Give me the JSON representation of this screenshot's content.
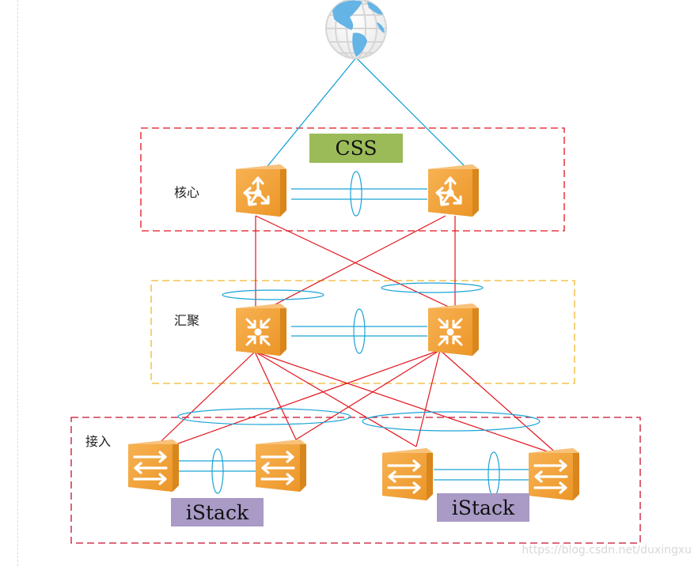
{
  "diagram": {
    "title": "Campus network three-tier architecture (core / aggregation / access)",
    "colors": {
      "uplink": "#1aa3d6",
      "link": "#e2141c",
      "core_box": "#e2141c",
      "aggregation_box": "#f0b82e",
      "access_box": "#c8102e",
      "device": "#f2a43a",
      "css_tag": "#9bbb59",
      "istack_tag": "#a99ac6"
    },
    "tiers": [
      {
        "id": "core",
        "label": "核心"
      },
      {
        "id": "aggregation",
        "label": "汇聚"
      },
      {
        "id": "access",
        "label": "接入"
      }
    ],
    "tags": {
      "css": "CSS",
      "istack_left": "iStack",
      "istack_right": "iStack"
    },
    "nodes": [
      {
        "id": "internet",
        "type": "globe-icon",
        "tier": "internet"
      },
      {
        "id": "core-1",
        "type": "router-icon",
        "tier": "core"
      },
      {
        "id": "core-2",
        "type": "router-icon",
        "tier": "core"
      },
      {
        "id": "agg-1",
        "type": "aggregation-switch-icon",
        "tier": "aggregation"
      },
      {
        "id": "agg-2",
        "type": "aggregation-switch-icon",
        "tier": "aggregation"
      },
      {
        "id": "acc-1",
        "type": "access-switch-icon",
        "tier": "access"
      },
      {
        "id": "acc-2",
        "type": "access-switch-icon",
        "tier": "access"
      },
      {
        "id": "acc-3",
        "type": "access-switch-icon",
        "tier": "access"
      },
      {
        "id": "acc-4",
        "type": "access-switch-icon",
        "tier": "access"
      }
    ],
    "links": [
      {
        "from": "internet",
        "to": "core-1",
        "kind": "uplink"
      },
      {
        "from": "internet",
        "to": "core-2",
        "kind": "uplink"
      },
      {
        "from": "core-1",
        "to": "core-2",
        "kind": "stack",
        "note": "CSS"
      },
      {
        "from": "core-1",
        "to": "agg-1",
        "kind": "link"
      },
      {
        "from": "core-1",
        "to": "agg-2",
        "kind": "link"
      },
      {
        "from": "core-2",
        "to": "agg-1",
        "kind": "link"
      },
      {
        "from": "core-2",
        "to": "agg-2",
        "kind": "link"
      },
      {
        "from": "agg-1",
        "to": "agg-2",
        "kind": "stack"
      },
      {
        "from": "agg-1",
        "to": "acc-1",
        "kind": "link"
      },
      {
        "from": "agg-1",
        "to": "acc-2",
        "kind": "link"
      },
      {
        "from": "agg-1",
        "to": "acc-3",
        "kind": "link"
      },
      {
        "from": "agg-1",
        "to": "acc-4",
        "kind": "link"
      },
      {
        "from": "agg-2",
        "to": "acc-1",
        "kind": "link"
      },
      {
        "from": "agg-2",
        "to": "acc-2",
        "kind": "link"
      },
      {
        "from": "agg-2",
        "to": "acc-3",
        "kind": "link"
      },
      {
        "from": "agg-2",
        "to": "acc-4",
        "kind": "link"
      },
      {
        "from": "acc-1",
        "to": "acc-2",
        "kind": "stack",
        "note": "iStack"
      },
      {
        "from": "acc-3",
        "to": "acc-4",
        "kind": "stack",
        "note": "iStack"
      }
    ]
  },
  "watermark": "https://blog.csdn.net/duxingxu"
}
